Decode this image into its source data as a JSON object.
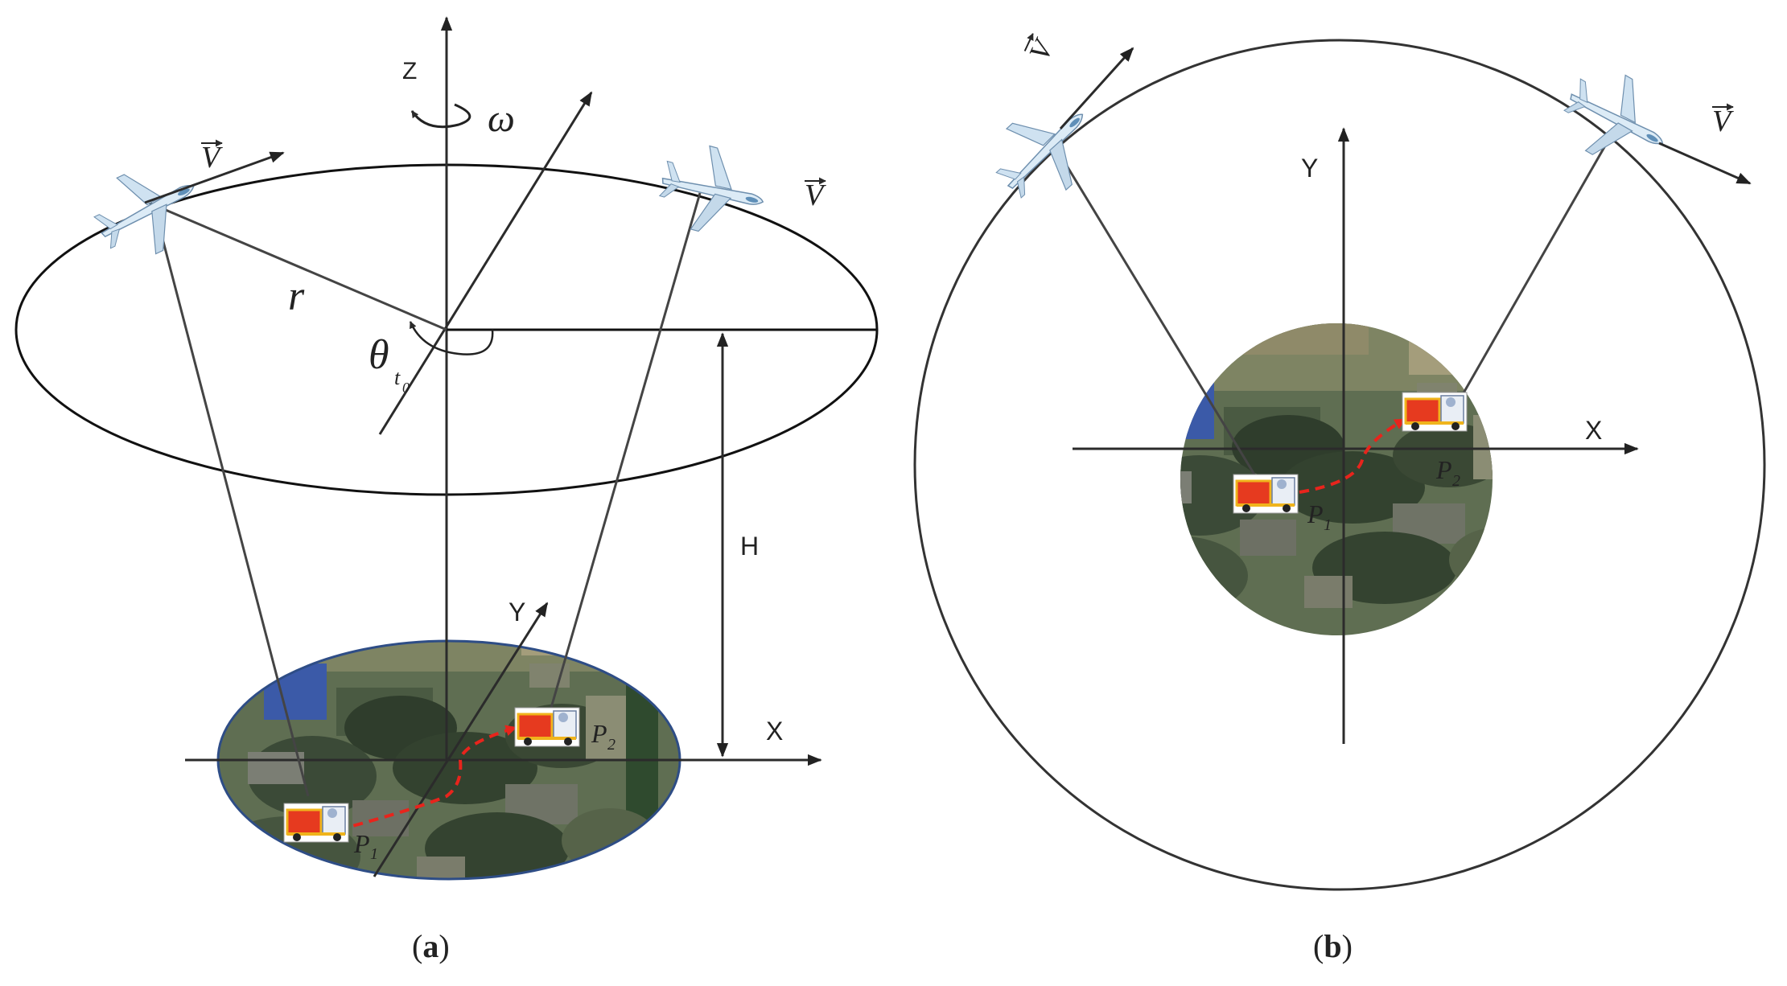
{
  "panel_a": {
    "axis_z": "Z",
    "axis_y": "Y",
    "axis_x": "X",
    "omega": "ω",
    "velocity_left": "V",
    "velocity_right": "V",
    "radius": "r",
    "theta": "θ",
    "theta_sub": "t",
    "theta_subsub": "0",
    "height": "H",
    "point_1": "P",
    "point_1_sub": "1",
    "point_2": "P",
    "point_2_sub": "2",
    "caption_open": "(",
    "caption_letter": "a",
    "caption_close": ")"
  },
  "panel_b": {
    "axis_y": "Y",
    "axis_x": "X",
    "velocity_left": "V",
    "velocity_right": "V",
    "point_1": "P",
    "point_1_sub": "1",
    "point_2": "P",
    "point_2_sub": "2",
    "caption_open": "(",
    "caption_letter": "b",
    "caption_close": ")"
  },
  "colors": {
    "line": "#2b2b2b",
    "ellipse": "#111111",
    "trajectory": "#e8241c",
    "ground_dark": "#3b4a37",
    "ground_mid": "#5f6e52",
    "ground_light": "#8a8c6b",
    "ground_blue": "#3b5aa8",
    "ground_border": "#2e4d86",
    "plane": "#cfe6f5",
    "plane_dark": "#5f8fb8",
    "truck_red": "#e63a1f",
    "truck_yellow": "#f0b41c"
  }
}
